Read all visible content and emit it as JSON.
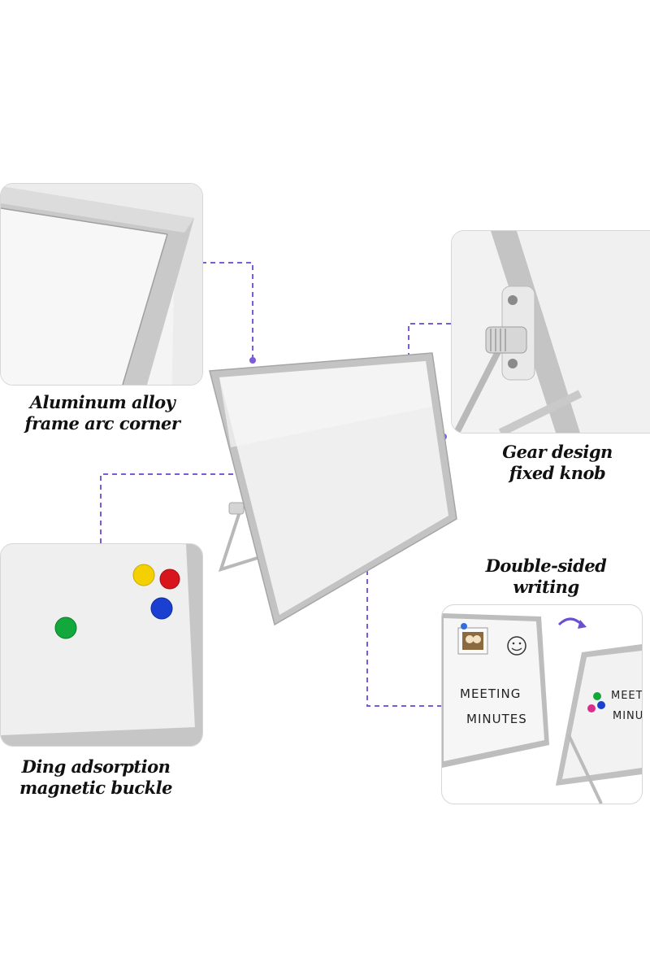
{
  "features": [
    {
      "id": "frame",
      "title_line1": "Aluminum alloy",
      "title_line2": "frame arc corner",
      "icon": "frame-corner"
    },
    {
      "id": "knob",
      "title_line1": "Gear design",
      "title_line2": "fixed knob",
      "icon": "gear-knob"
    },
    {
      "id": "magnet",
      "title_line1": "Ding adsorption",
      "title_line2": "magnetic buckle",
      "icon": "magnet"
    },
    {
      "id": "double",
      "title_line1": "Double-sided",
      "title_line2": "writing",
      "icon": "flip-arrow"
    }
  ],
  "board_text": {
    "front_line1": "MEETING",
    "front_line2": "MINUTES",
    "back_line1": "MEETIN",
    "back_line2": "MINUTE"
  },
  "colors": {
    "accent_dash": "#7b5cd6",
    "frame": "#bdbdbd",
    "board": "#f1f1f1",
    "magnet_yellow": "#f4d000",
    "magnet_red": "#d8141c",
    "magnet_blue": "#1b3fd1",
    "magnet_green": "#13a83c"
  }
}
